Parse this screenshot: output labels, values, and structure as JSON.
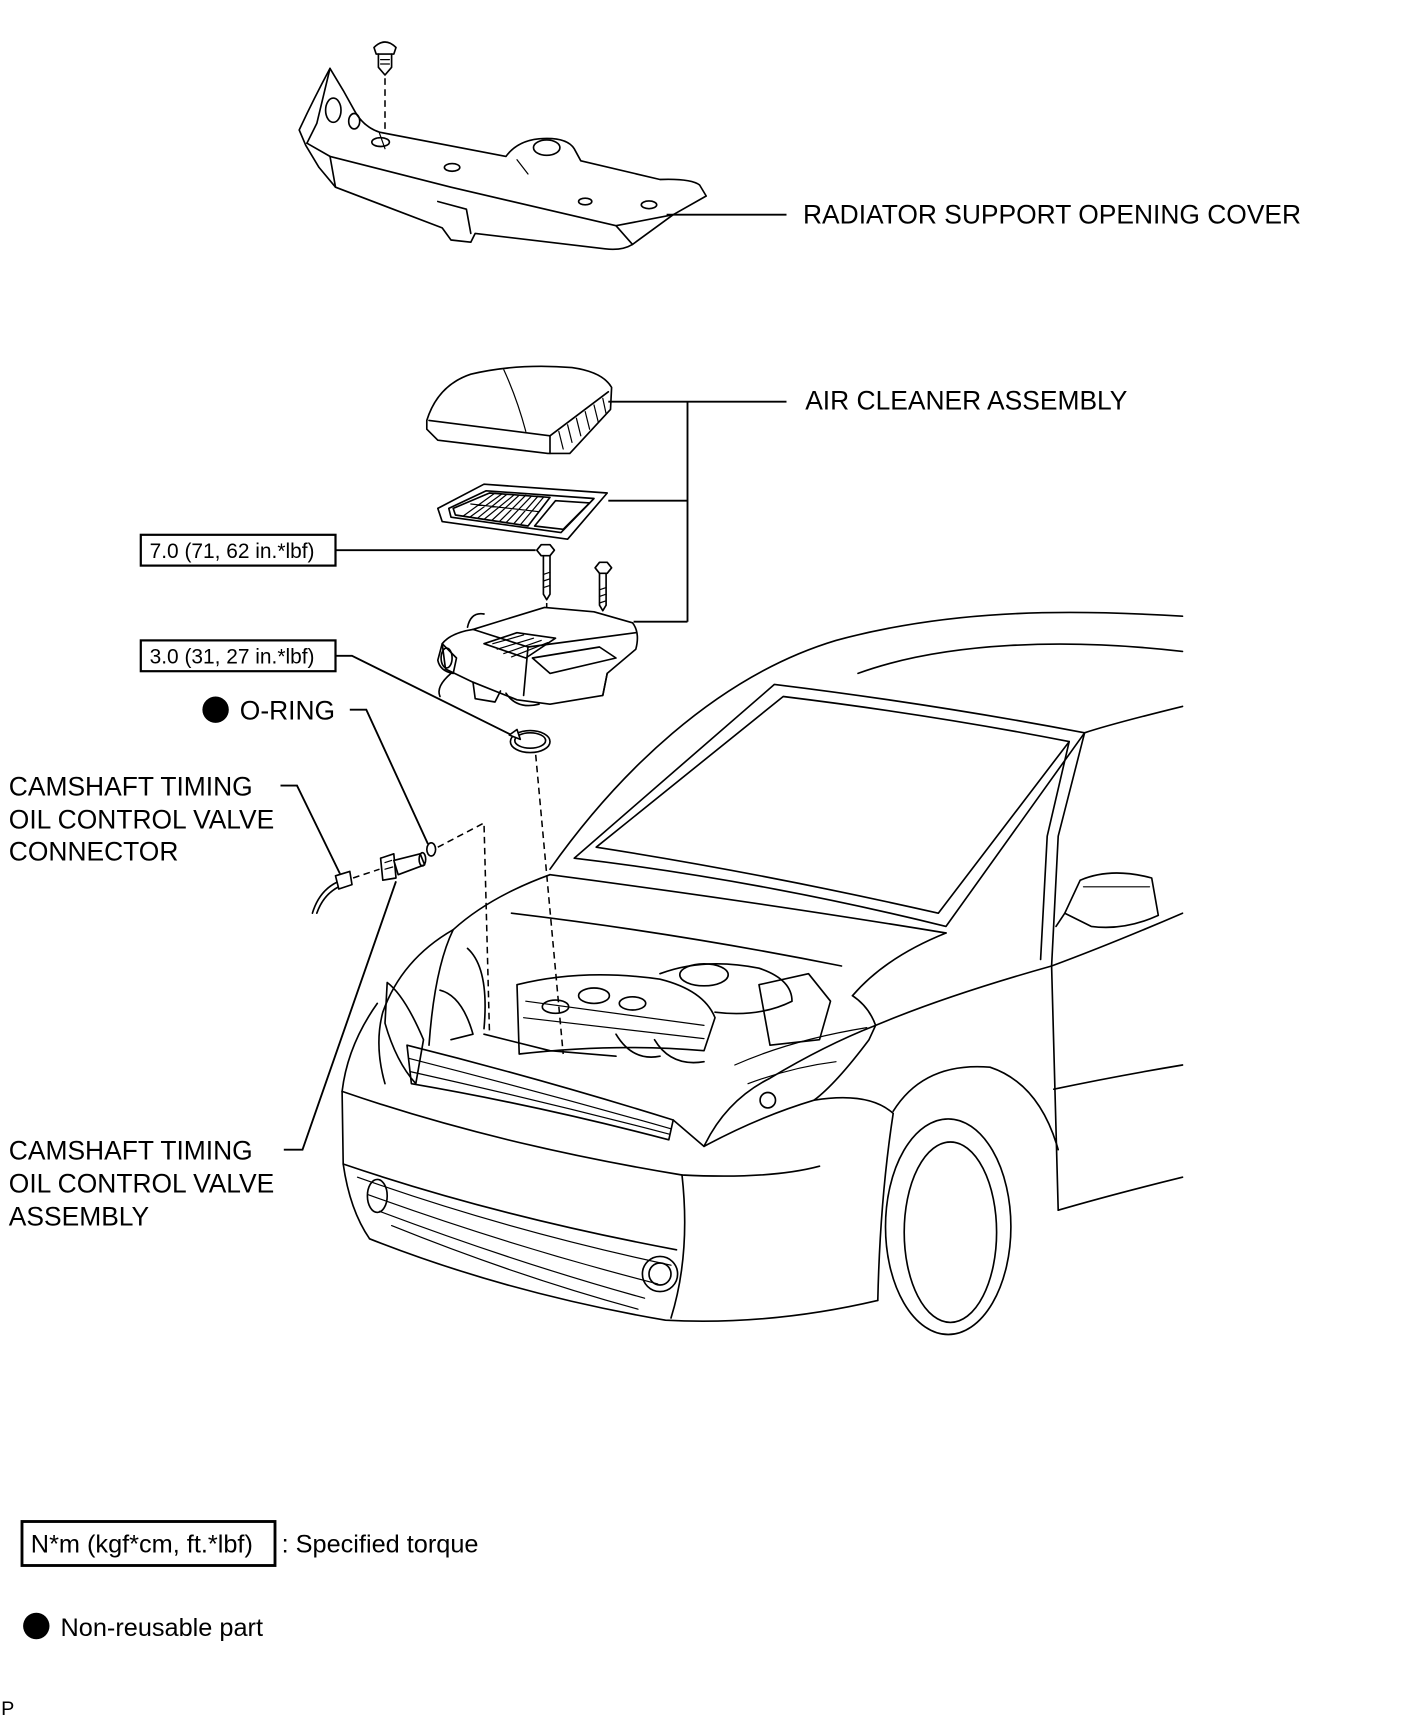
{
  "colors": {
    "ink": "#000000",
    "paper": "#ffffff"
  },
  "labels": {
    "radiator_cover": "RADIATOR SUPPORT OPENING COVER",
    "air_cleaner": "AIR CLEANER ASSEMBLY",
    "torque_air_cleaner_bolt": "7.0 (71, 62 in.*lbf)",
    "torque_hose_clamp": "3.0 (31, 27 in.*lbf)",
    "o_ring": "O-RING",
    "valve_connector": [
      "CAMSHAFT TIMING",
      "OIL CONTROL VALVE",
      "CONNECTOR"
    ],
    "valve_assembly": [
      "CAMSHAFT TIMING",
      "OIL CONTROL VALVE",
      "ASSEMBLY"
    ]
  },
  "legend": {
    "torque_unit": "N*m (kgf*cm, ft.*lbf)",
    "torque_meaning": ": Specified torque",
    "non_reusable_meaning": "Non-reusable part"
  },
  "corner_mark": "P"
}
